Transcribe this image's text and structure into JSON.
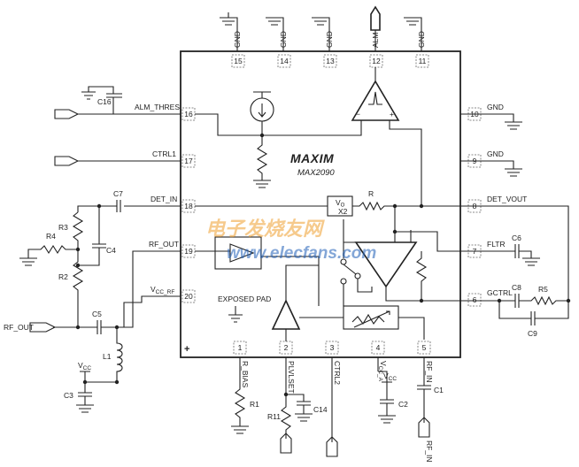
{
  "chip": {
    "logo": "MAXIM",
    "part_number": "MAX2090",
    "exposed_pad": "EXPOSED PAD",
    "plus_mark": "+"
  },
  "pins": {
    "top": [
      {
        "num": "15",
        "name": "GND"
      },
      {
        "num": "14",
        "name": "GND"
      },
      {
        "num": "13",
        "name": "GND"
      },
      {
        "num": "12",
        "name": "ALM"
      },
      {
        "num": "11",
        "name": "GND"
      }
    ],
    "left": [
      {
        "num": "16",
        "name": "ALM_THRES"
      },
      {
        "num": "17",
        "name": "CTRL1"
      },
      {
        "num": "18",
        "name": "DET_IN"
      },
      {
        "num": "19",
        "name": "RF_OUT"
      },
      {
        "num": "20",
        "name": "VCC_RF"
      }
    ],
    "right": [
      {
        "num": "10",
        "name": "GND"
      },
      {
        "num": "9",
        "name": "GND"
      },
      {
        "num": "8",
        "name": "DET_VOUT"
      },
      {
        "num": "7",
        "name": "FLTR"
      },
      {
        "num": "6",
        "name": "GCTRL"
      }
    ],
    "bottom": [
      {
        "num": "1",
        "name": "R_BIAS"
      },
      {
        "num": "2",
        "name": "PLVLSET"
      },
      {
        "num": "3",
        "name": "CTRL2"
      },
      {
        "num": "4",
        "name": "VCC_A"
      },
      {
        "num": "5",
        "name": "RF_IN"
      }
    ]
  },
  "vcc_rf_label": {
    "main": "V",
    "sub": "CC_RF"
  },
  "vcca_label": {
    "main": "V",
    "sub": "CC_A"
  },
  "internal": {
    "vo": "V",
    "vo_sub": "O",
    "x2": "X2",
    "r": "R",
    "minus": "−",
    "plus": "+"
  },
  "components": {
    "C16": "C16",
    "C7": "C7",
    "C4": "C4",
    "C5": "C5",
    "C1": "C1",
    "C2": "C2",
    "C3": "C3",
    "C6": "C6",
    "C8": "C8",
    "C9": "C9",
    "C14": "C14",
    "R1": "R1",
    "R2": "R2",
    "R3": "R3",
    "R4": "R4",
    "R5": "R5",
    "R11": "R11",
    "L1": "L1"
  },
  "external": {
    "rf_out": "RF_OUT",
    "rf_in": "RF_IN",
    "vcc": {
      "main": "V",
      "sub": "CC"
    }
  },
  "watermark": {
    "cn": "电子发烧友网",
    "url": "www.elecfans.com"
  }
}
